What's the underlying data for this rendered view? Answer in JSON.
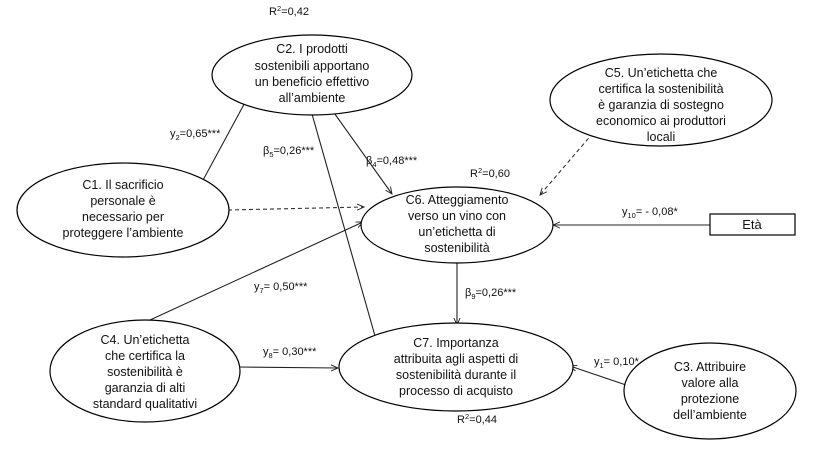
{
  "nodes": {
    "c1": {
      "lines": [
        "C1. Il sacrificio",
        "personale è",
        "necessario per",
        "proteggere l’ambiente"
      ]
    },
    "c2": {
      "lines": [
        "C2. I prodotti",
        "sostenibili apportano",
        "un beneficio effettivo",
        "all’ambiente"
      ],
      "r2": "0,42"
    },
    "c3": {
      "lines": [
        "C3. Attribuire",
        "valore alla",
        "protezione",
        "dell’ambiente"
      ]
    },
    "c4": {
      "lines": [
        "C4. Un’etichetta",
        "che certifica la",
        "sostenibilità è",
        "garanzia di alti",
        "standard qualitativi"
      ]
    },
    "c5": {
      "lines": [
        "C5. Un’etichetta  che",
        "certifica la sostenibilità",
        "è garanzia di sostegno",
        "economico ai produttori",
        "locali"
      ]
    },
    "c6": {
      "lines": [
        "C6. Atteggiamento",
        "verso un vino con",
        "un’etichetta  di",
        "sostenibilità"
      ],
      "r2": "0,60"
    },
    "c7": {
      "lines": [
        "C7. Importanza",
        "attribuita agli aspetti di",
        "sostenibilità durante il",
        "processo di acquisto"
      ],
      "r2": "0,44"
    },
    "eta": {
      "label": "Età"
    }
  },
  "paths": [
    {
      "id": "c1-c2",
      "symbol": "y",
      "sub": "2",
      "value": "=0,65***"
    },
    {
      "id": "c2-c7",
      "symbol": "β",
      "sub": "5",
      "value": "=0,26***"
    },
    {
      "id": "c2-c6",
      "symbol": "β",
      "sub": "4",
      "value": "=0,48***"
    },
    {
      "id": "eta-c6",
      "symbol": "y",
      "sub": "10",
      "value": "= - 0,08*"
    },
    {
      "id": "c4-c6",
      "symbol": "y",
      "sub": "7",
      "value": "= 0,50***"
    },
    {
      "id": "c6-c7",
      "symbol": "β",
      "sub": "9",
      "value": "=0,26***"
    },
    {
      "id": "c4-c7",
      "symbol": "y",
      "sub": "8",
      "value": "= 0,30***"
    },
    {
      "id": "c3-c7",
      "symbol": "y",
      "sub": "1",
      "value": "= 0,10*"
    }
  ],
  "r2_prefix": "R",
  "r2_sup": "2"
}
